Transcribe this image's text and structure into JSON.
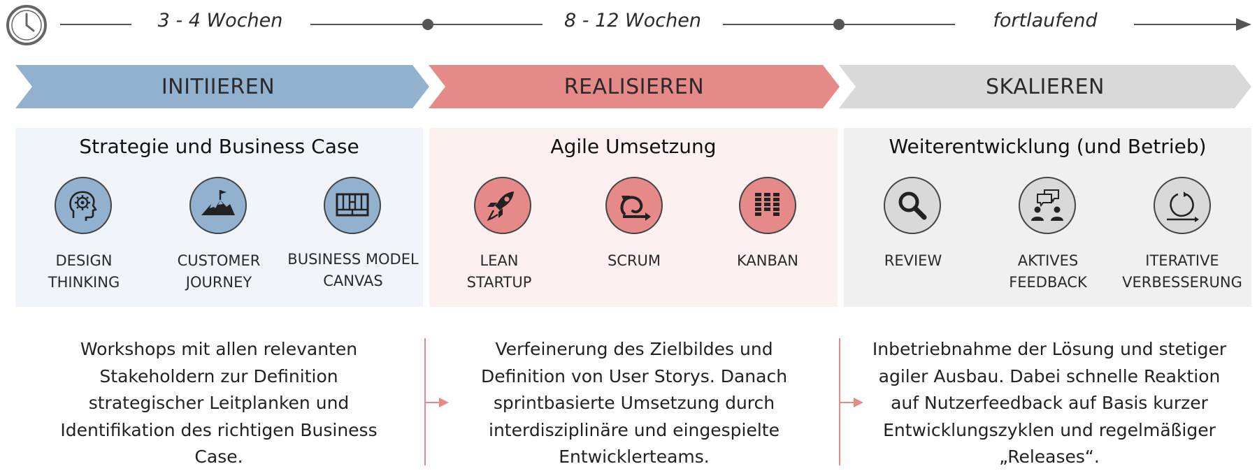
{
  "timeline": {
    "clock_icon": "clock-icon",
    "durations": [
      "3 - 4 Wochen",
      "8 - 12 Wochen",
      "fortlaufend"
    ]
  },
  "phases": [
    {
      "name": "INITIIEREN",
      "color": "#92b1cf",
      "panel_title": "Strategie und Business Case",
      "items": [
        {
          "label": "DESIGN\nTHINKING",
          "icon": "head-gear-icon"
        },
        {
          "label": "CUSTOMER\nJOURNEY",
          "icon": "mountain-flag-icon"
        },
        {
          "label": "BUSINESS MODEL\nCANVAS",
          "icon": "canvas-grid-icon"
        }
      ],
      "description": "Workshops mit allen relevanten Stakeholdern zur Definition strategischer Leitplanken und Identifikation des richtigen Business Case."
    },
    {
      "name": "REALISIEREN",
      "color": "#e58a89",
      "panel_title": "Agile Umsetzung",
      "items": [
        {
          "label": "LEAN\nSTARTUP",
          "icon": "rocket-icon"
        },
        {
          "label": "SCRUM",
          "icon": "scrum-cycle-icon"
        },
        {
          "label": "KANBAN",
          "icon": "kanban-board-icon"
        }
      ],
      "description": "Verfeinerung des Zielbildes und Definition von User Storys. Danach sprintbasierte Umsetzung durch interdisziplinäre und eingespielte Entwicklerteams."
    },
    {
      "name": "SKALIEREN",
      "color": "#d9d9d9",
      "panel_title": "Weiterentwicklung (und Betrieb)",
      "items": [
        {
          "label": "REVIEW",
          "icon": "magnifier-icon"
        },
        {
          "label": "AKTIVES\nFEEDBACK",
          "icon": "people-chat-icon"
        },
        {
          "label": "ITERATIVE\nVERBESSERUNG",
          "icon": "iteration-loop-icon"
        }
      ],
      "description": "Inbetriebnahme der Lösung und stetiger agiler Ausbau. Dabei schnelle Reaktion auf Nutzerfeedback auf Basis kurzer Entwicklungszyklen und regelmäßiger „Releases“."
    }
  ]
}
